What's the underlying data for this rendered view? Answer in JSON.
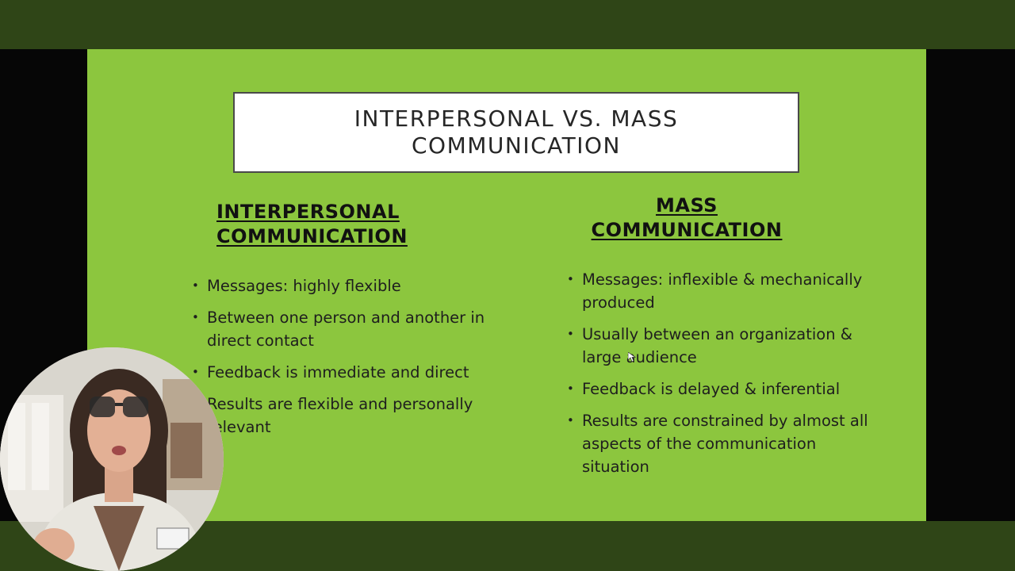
{
  "slide": {
    "title": "INTERPERSONAL VS. MASS COMMUNICATION",
    "left_column": {
      "heading": "INTERPERSONAL COMMUNICATION",
      "bullets": [
        "Messages: highly flexible",
        "Between one person and another in  direct contact",
        "Feedback is immediate and direct",
        "Results are flexible and personally relevant"
      ]
    },
    "right_column": {
      "heading": "MASS COMMUNICATION",
      "bullets": [
        "Messages: inflexible & mechanically produced",
        "Usually between an organization & large audience",
        "Feedback is delayed & inferential",
        "Results are constrained by almost all aspects of the communication situation"
      ]
    }
  },
  "colors": {
    "slide_background": "#8cc63e",
    "frame_bar": "#2f4517",
    "letterbox": "#060606"
  }
}
